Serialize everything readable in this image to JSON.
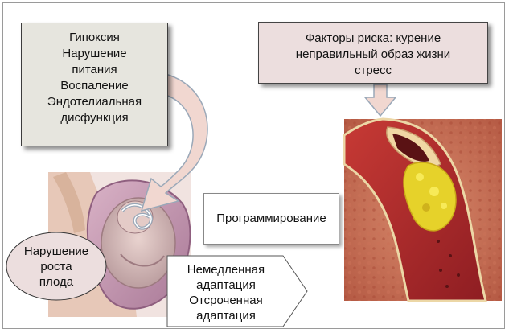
{
  "diagram": {
    "factors_box": {
      "lines": [
        "Гипоксия",
        "Нарушение",
        "питания",
        "Воспаление",
        "Эндотелиальная",
        "дисфункция"
      ]
    },
    "risk_box": {
      "lines": [
        "Факторы риска: курение",
        "неправильный образ жизни",
        "стресс"
      ]
    },
    "programming_box": {
      "label": "Программирование"
    },
    "growth_box": {
      "lines": [
        "Нарушение",
        "роста",
        "плода"
      ]
    },
    "adaptation_box": {
      "lines": [
        "Немедленная",
        "адаптация",
        "Отсроченная",
        "адаптация"
      ]
    },
    "colors": {
      "factors_fill": "#e6e5de",
      "risk_fill": "#ecdede",
      "arrow_fill": "#f1d7d0",
      "arrow_stroke": "#9aa8b8",
      "vessel_red": "#b02a2c",
      "plaque_yellow": "#e6d22a"
    }
  }
}
